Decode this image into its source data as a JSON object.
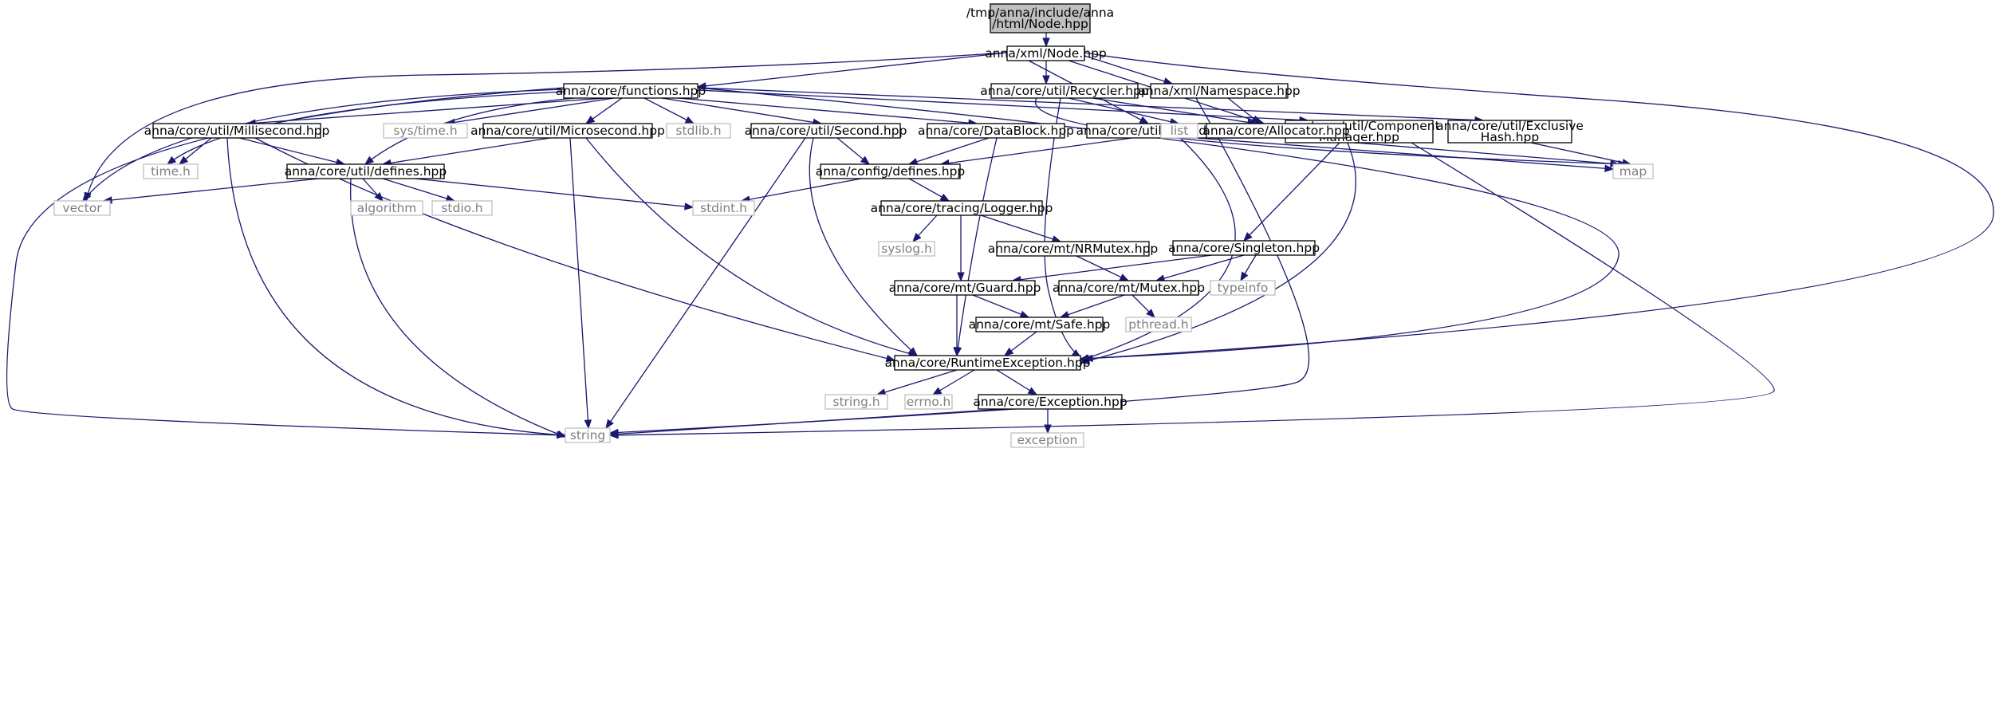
{
  "colors": {
    "edge": "#191970",
    "root_fill": "#bfbfbf",
    "node_fill": "#ffffff",
    "node_border": "#000000",
    "system_border": "#bfbfbf",
    "system_text": "#808080"
  },
  "nodes": [
    {
      "id": "root",
      "lines": [
        "/tmp/anna/include/anna",
        "/html/Node.hpp"
      ],
      "kind": "root"
    },
    {
      "id": "xml_node",
      "lines": [
        "anna/xml/Node.hpp"
      ],
      "kind": "header"
    },
    {
      "id": "functions",
      "lines": [
        "anna/core/functions.hpp"
      ],
      "kind": "header"
    },
    {
      "id": "recycler",
      "lines": [
        "anna/core/util/Recycler.hpp"
      ],
      "kind": "header"
    },
    {
      "id": "namespace",
      "lines": [
        "anna/xml/Namespace.hpp"
      ],
      "kind": "header"
    },
    {
      "id": "millisecond",
      "lines": [
        "anna/core/util/Millisecond.hpp"
      ],
      "kind": "header"
    },
    {
      "id": "sys_time",
      "lines": [
        "sys/time.h"
      ],
      "kind": "system"
    },
    {
      "id": "microsecond",
      "lines": [
        "anna/core/util/Microsecond.hpp"
      ],
      "kind": "header"
    },
    {
      "id": "stdlib",
      "lines": [
        "stdlib.h"
      ],
      "kind": "system"
    },
    {
      "id": "second",
      "lines": [
        "anna/core/util/Second.hpp"
      ],
      "kind": "header"
    },
    {
      "id": "datablock",
      "lines": [
        "anna/core/DataBlock.hpp"
      ],
      "kind": "header"
    },
    {
      "id": "sortedvector",
      "lines": [
        "anna/core/util/SortedVector.hpp"
      ],
      "kind": "header"
    },
    {
      "id": "component",
      "lines": [
        "anna/core/util/Component",
        "Manager.hpp"
      ],
      "kind": "header"
    },
    {
      "id": "exclusive",
      "lines": [
        "anna/core/util/Exclusive",
        "Hash.hpp"
      ],
      "kind": "header"
    },
    {
      "id": "list",
      "lines": [
        "list"
      ],
      "kind": "system"
    },
    {
      "id": "allocator",
      "lines": [
        "anna/core/Allocator.hpp"
      ],
      "kind": "header"
    },
    {
      "id": "time_h",
      "lines": [
        "time.h"
      ],
      "kind": "system"
    },
    {
      "id": "util_defines",
      "lines": [
        "anna/core/util/defines.hpp"
      ],
      "kind": "header"
    },
    {
      "id": "config_defines",
      "lines": [
        "anna/config/defines.hpp"
      ],
      "kind": "header"
    },
    {
      "id": "map",
      "lines": [
        "map"
      ],
      "kind": "system"
    },
    {
      "id": "vector",
      "lines": [
        "vector"
      ],
      "kind": "system"
    },
    {
      "id": "algorithm",
      "lines": [
        "algorithm"
      ],
      "kind": "system"
    },
    {
      "id": "stdio",
      "lines": [
        "stdio.h"
      ],
      "kind": "system"
    },
    {
      "id": "stdint",
      "lines": [
        "stdint.h"
      ],
      "kind": "system"
    },
    {
      "id": "logger",
      "lines": [
        "anna/core/tracing/Logger.hpp"
      ],
      "kind": "header"
    },
    {
      "id": "syslog",
      "lines": [
        "syslog.h"
      ],
      "kind": "system"
    },
    {
      "id": "nrmutex",
      "lines": [
        "anna/core/mt/NRMutex.hpp"
      ],
      "kind": "header"
    },
    {
      "id": "singleton",
      "lines": [
        "anna/core/Singleton.hpp"
      ],
      "kind": "header"
    },
    {
      "id": "guard",
      "lines": [
        "anna/core/mt/Guard.hpp"
      ],
      "kind": "header"
    },
    {
      "id": "mutex",
      "lines": [
        "anna/core/mt/Mutex.hpp"
      ],
      "kind": "header"
    },
    {
      "id": "typeinfo",
      "lines": [
        "typeinfo"
      ],
      "kind": "system"
    },
    {
      "id": "pthread",
      "lines": [
        "pthread.h"
      ],
      "kind": "system"
    },
    {
      "id": "safe",
      "lines": [
        "anna/core/mt/Safe.hpp"
      ],
      "kind": "header"
    },
    {
      "id": "runtime",
      "lines": [
        "anna/core/RuntimeException.hpp"
      ],
      "kind": "header"
    },
    {
      "id": "string_h",
      "lines": [
        "string.h"
      ],
      "kind": "system"
    },
    {
      "id": "errno",
      "lines": [
        "errno.h"
      ],
      "kind": "system"
    },
    {
      "id": "exception_hpp",
      "lines": [
        "anna/core/Exception.hpp"
      ],
      "kind": "header"
    },
    {
      "id": "string",
      "lines": [
        "string"
      ],
      "kind": "system"
    },
    {
      "id": "exception",
      "lines": [
        "exception"
      ],
      "kind": "system"
    }
  ],
  "edges": [
    {
      "from": "root",
      "to": "xml_node"
    },
    {
      "from": "xml_node",
      "to": "functions"
    },
    {
      "from": "xml_node",
      "to": "recycler"
    },
    {
      "from": "xml_node",
      "to": "namespace"
    },
    {
      "from": "xml_node",
      "to": "allocator"
    },
    {
      "from": "xml_node",
      "to": "sortedvector"
    },
    {
      "from": "xml_node",
      "to": "vector"
    },
    {
      "from": "xml_node",
      "to": "runtime"
    },
    {
      "from": "functions",
      "to": "millisecond"
    },
    {
      "from": "functions",
      "to": "sys_time"
    },
    {
      "from": "functions",
      "to": "microsecond"
    },
    {
      "from": "functions",
      "to": "stdlib"
    },
    {
      "from": "functions",
      "to": "second"
    },
    {
      "from": "functions",
      "to": "datablock"
    },
    {
      "from": "functions",
      "to": "component"
    },
    {
      "from": "functions",
      "to": "exclusive"
    },
    {
      "from": "functions",
      "to": "time_h"
    },
    {
      "from": "functions",
      "to": "util_defines"
    },
    {
      "from": "functions",
      "to": "vector"
    },
    {
      "from": "functions",
      "to": "string"
    },
    {
      "from": "functions",
      "to": "runtime"
    },
    {
      "from": "recycler",
      "to": "list"
    },
    {
      "from": "recycler",
      "to": "allocator"
    },
    {
      "from": "recycler",
      "to": "map"
    },
    {
      "from": "recycler",
      "to": "runtime"
    },
    {
      "from": "namespace",
      "to": "allocator"
    },
    {
      "from": "namespace",
      "to": "string"
    },
    {
      "from": "millisecond",
      "to": "time_h"
    },
    {
      "from": "millisecond",
      "to": "util_defines"
    },
    {
      "from": "millisecond",
      "to": "string"
    },
    {
      "from": "millisecond",
      "to": "runtime"
    },
    {
      "from": "microsecond",
      "to": "util_defines"
    },
    {
      "from": "microsecond",
      "to": "string"
    },
    {
      "from": "microsecond",
      "to": "runtime"
    },
    {
      "from": "second",
      "to": "config_defines"
    },
    {
      "from": "second",
      "to": "string"
    },
    {
      "from": "second",
      "to": "runtime"
    },
    {
      "from": "datablock",
      "to": "config_defines"
    },
    {
      "from": "datablock",
      "to": "runtime"
    },
    {
      "from": "sortedvector",
      "to": "config_defines"
    },
    {
      "from": "sortedvector",
      "to": "map"
    },
    {
      "from": "sortedvector",
      "to": "runtime"
    },
    {
      "from": "component",
      "to": "map"
    },
    {
      "from": "component",
      "to": "singleton"
    },
    {
      "from": "component",
      "to": "runtime"
    },
    {
      "from": "component",
      "to": "string"
    },
    {
      "from": "exclusive",
      "to": "map"
    },
    {
      "from": "util_defines",
      "to": "vector"
    },
    {
      "from": "util_defines",
      "to": "algorithm"
    },
    {
      "from": "util_defines",
      "to": "stdio"
    },
    {
      "from": "util_defines",
      "to": "stdint"
    },
    {
      "from": "util_defines",
      "to": "string"
    },
    {
      "from": "config_defines",
      "to": "stdint"
    },
    {
      "from": "config_defines",
      "to": "logger"
    },
    {
      "from": "logger",
      "to": "syslog"
    },
    {
      "from": "logger",
      "to": "nrmutex"
    },
    {
      "from": "logger",
      "to": "guard"
    },
    {
      "from": "nrmutex",
      "to": "mutex"
    },
    {
      "from": "singleton",
      "to": "guard"
    },
    {
      "from": "singleton",
      "to": "mutex"
    },
    {
      "from": "singleton",
      "to": "typeinfo"
    },
    {
      "from": "guard",
      "to": "safe"
    },
    {
      "from": "guard",
      "to": "runtime"
    },
    {
      "from": "mutex",
      "to": "safe"
    },
    {
      "from": "mutex",
      "to": "pthread"
    },
    {
      "from": "safe",
      "to": "runtime"
    },
    {
      "from": "runtime",
      "to": "string_h"
    },
    {
      "from": "runtime",
      "to": "errno"
    },
    {
      "from": "runtime",
      "to": "exception_hpp"
    },
    {
      "from": "exception_hpp",
      "to": "string"
    },
    {
      "from": "exception_hpp",
      "to": "exception"
    }
  ]
}
